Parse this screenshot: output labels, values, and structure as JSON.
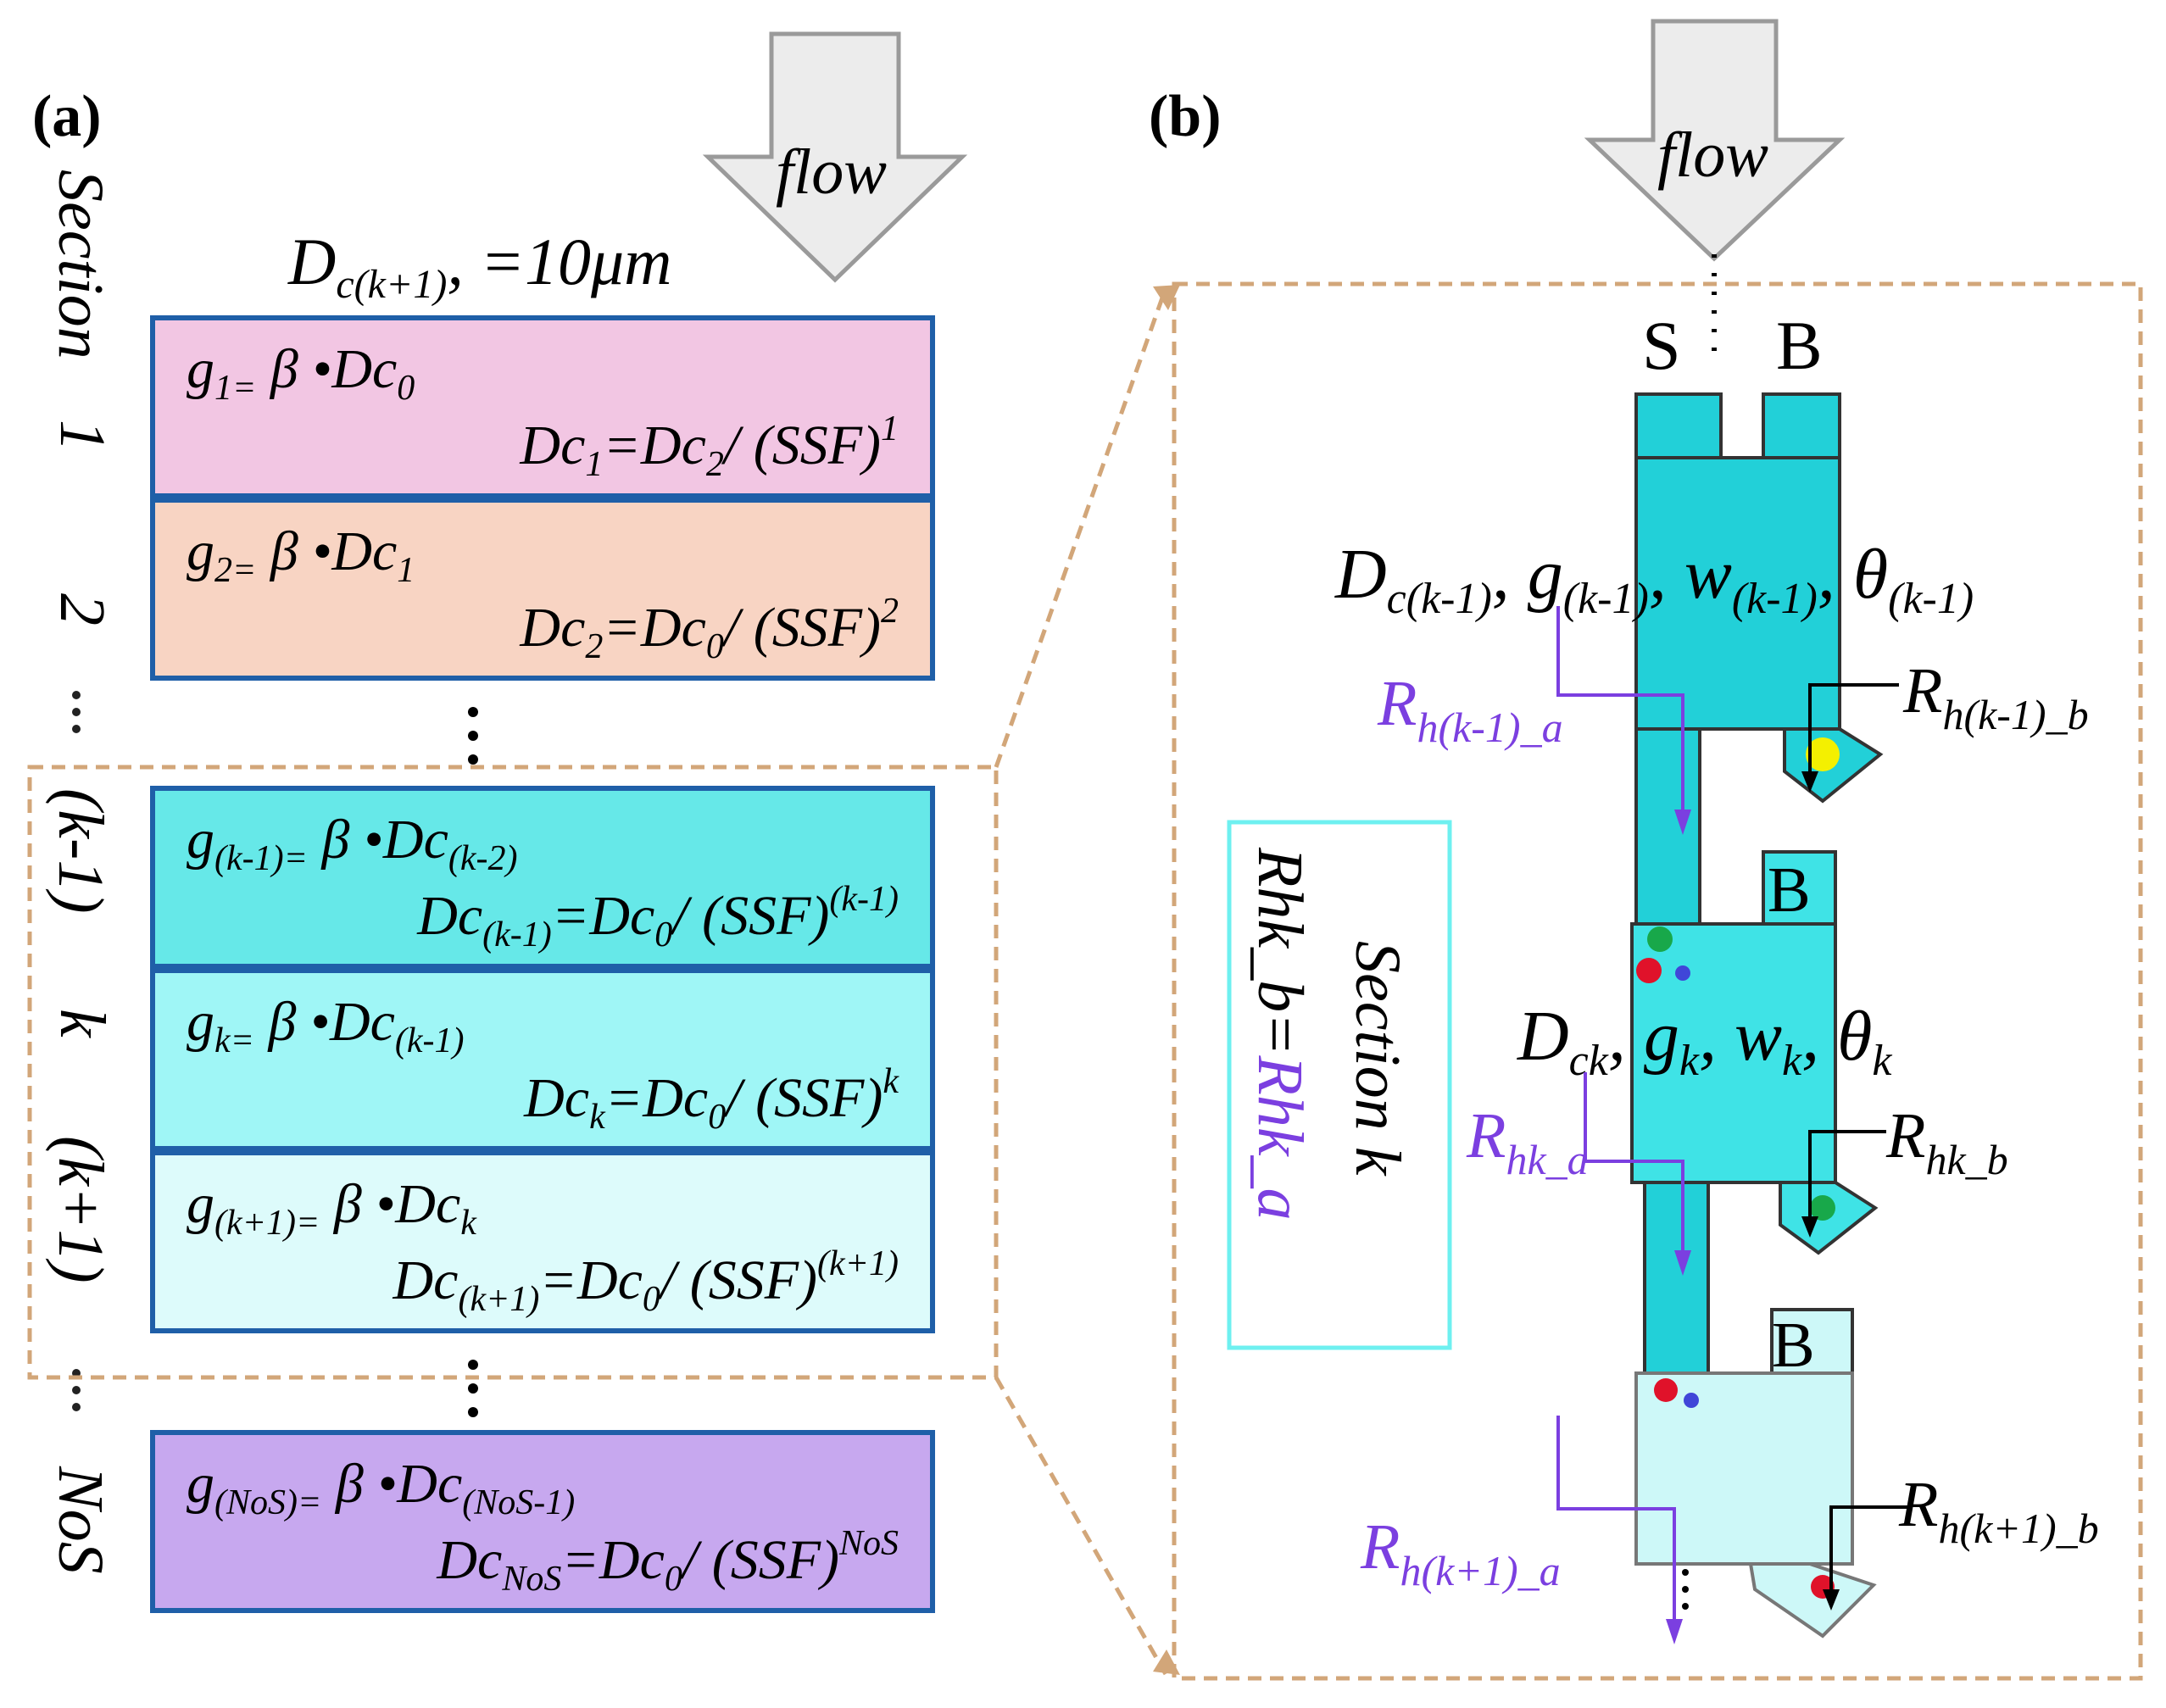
{
  "panel_a": {
    "label": "(a)",
    "flow": "flow",
    "top_dc": {
      "base": "D",
      "sub": "c(k+1)",
      "rest": ", =10μm"
    },
    "section_word": "Section",
    "row_labels": [
      "1",
      "2",
      "(k-1)",
      "k",
      "(k+1)",
      "NoS"
    ],
    "boxes": [
      {
        "g_base": "g",
        "g_sub": "1",
        "g_rhs_sub": "0",
        "dc_base": "Dc",
        "dc_sub": "1",
        "dc_rhs": "=Dc",
        "dc_rhs_sub": "2",
        "ssf": "/ (SSF)",
        "exp": "1",
        "color": "#f2c6e3"
      },
      {
        "g_base": "g",
        "g_sub": "2",
        "g_rhs_sub": "1",
        "dc_base": "Dc",
        "dc_sub": "2",
        "dc_rhs": "=Dc",
        "dc_rhs_sub": "0",
        "ssf": "/ (SSF)",
        "exp": "2",
        "color": "#f8d4c3"
      },
      {
        "g_base": "g",
        "g_sub": "(k-1)",
        "g_rhs_sub": "(k-2)",
        "dc_base": "Dc",
        "dc_sub": "(k-1)",
        "dc_rhs": "=Dc",
        "dc_rhs_sub": "0",
        "ssf": "/ (SSF)",
        "exp": "(k-1)",
        "color": "#66e8e8"
      },
      {
        "g_base": "g",
        "g_sub": "k",
        "g_rhs_sub": "(k-1)",
        "dc_base": "Dc",
        "dc_sub": "k",
        "dc_rhs": "=Dc",
        "dc_rhs_sub": "0",
        "ssf": "/ (SSF)",
        "exp": "k",
        "color": "#9ff6f6"
      },
      {
        "g_base": "g",
        "g_sub": "(k+1)",
        "g_rhs_sub": "k",
        "dc_base": "Dc",
        "dc_sub": "(k+1)",
        "dc_rhs": "=Dc",
        "dc_rhs_sub": "0",
        "ssf": "/ (SSF)",
        "exp": "(k+1)",
        "color": "#ddfbfb"
      },
      {
        "g_base": "g",
        "g_sub": "(NoS)",
        "g_rhs_sub": "(NoS-1)",
        "dc_base": "Dc",
        "dc_sub": "NoS",
        "dc_rhs": "=Dc",
        "dc_rhs_sub": "0",
        "ssf": "/ (SSF)",
        "exp": "NoS",
        "color": "#c7a8ef"
      }
    ],
    "g_eq": "=",
    "beta_dot": "β •Dc"
  },
  "panel_b": {
    "label": "(b)",
    "flow": "flow",
    "S": "S",
    "B": "B",
    "upper_params": {
      "d": "D",
      "d_sub": "c(k-1)",
      "g": "g",
      "g_sub": "(k-1)",
      "w": "w",
      "w_sub": "(k-1)",
      "t": "θ",
      "t_sub": "(k-1)"
    },
    "mid_params": {
      "d": "D",
      "d_sub": "ck",
      "g": "g",
      "g_sub": "k",
      "w": "w",
      "w_sub": "k",
      "t": "θ",
      "t_sub": "k"
    },
    "r_upper_a": {
      "base": "R",
      "sub": "h(k-1)_a"
    },
    "r_upper_b": {
      "base": "R",
      "sub": "h(k-1)_b"
    },
    "r_mid_a": {
      "base": "R",
      "sub": "hk_a"
    },
    "r_mid_b": {
      "base": "R",
      "sub": "hk_b"
    },
    "r_low_a": {
      "base": "R",
      "sub": "h(k+1)_a"
    },
    "r_low_b": {
      "base": "R",
      "sub": "h(k+1)_b"
    },
    "section_k": "Section k",
    "rhk_b": "Rhk_b=",
    "rhk_a": "Rhk_a",
    "colors": {
      "cyan_dark": "#22d0d8",
      "cyan_mid": "#3fe3e6",
      "cyan_light": "#cdf8f8",
      "purple": "#7b3fe0",
      "red": "#e0122a",
      "green": "#18a84a",
      "blue": "#4046d8",
      "yellow": "#f4f000",
      "frame": "#d2a679"
    }
  }
}
